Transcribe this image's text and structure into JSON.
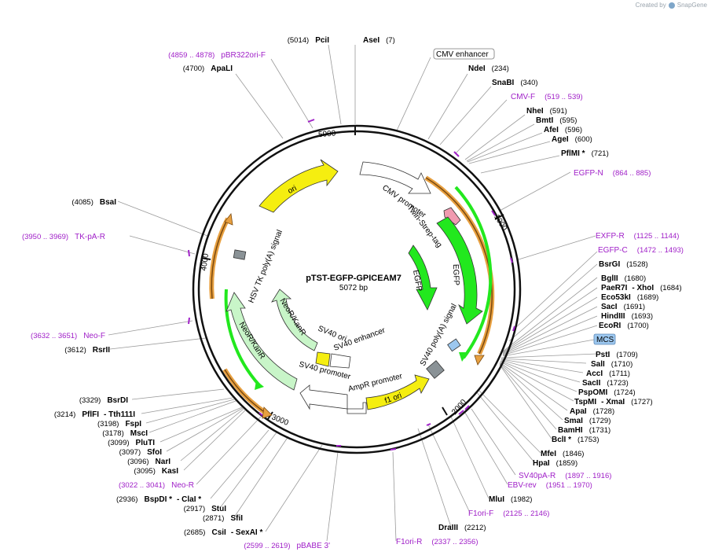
{
  "header": {
    "created_by": "Created by",
    "brand": "SnapGene"
  },
  "plasmid": {
    "name": "pTST-EGFP-GPICEAM7",
    "length": "5072 bp"
  },
  "ruler": [
    "1000",
    "2000",
    "3000",
    "4000",
    "5000"
  ],
  "features": {
    "cmv_enhancer": "CMV enhancer",
    "mcs": "MCS",
    "cmv_promoter": "CMV promoter",
    "twin_strep": "Twin-Strep-tag",
    "egfp_inner": "EGFP",
    "egfp_outer": "EGFP",
    "sv40_polya": "SV40 poly(A) signal",
    "f1_ori": "f1 ori",
    "ampr_promoter": "AmpR promoter",
    "sv40_promoter": "SV40 promoter",
    "sv40_ori": "SV40 ori",
    "sv40_enhancer": "SV40 enhancer",
    "neor_inner": "NeoR/KanR",
    "neor_outer": "NeoR/KanR",
    "hsv_tk": "HSV TK poly(A) signal",
    "ori": "ori"
  },
  "sites_right": [
    {
      "name": "AseI",
      "pos": "(7)"
    },
    {
      "name": "NdeI",
      "pos": "(234)"
    },
    {
      "name": "SnaBI",
      "pos": "(340)"
    },
    {
      "name": "NheI",
      "pos": "(591)"
    },
    {
      "name": "BmtI",
      "pos": "(595)"
    },
    {
      "name": "AfeI",
      "pos": "(596)"
    },
    {
      "name": "AgeI",
      "pos": "(600)"
    },
    {
      "name": "PflMI *",
      "pos": "(721)"
    },
    {
      "name": "BsrGI",
      "pos": "(1528)"
    },
    {
      "name": "BglII",
      "pos": "(1680)"
    },
    {
      "name": "PaeR7I",
      "pos": ""
    },
    {
      "name": "- XhoI",
      "pos": "(1684)"
    },
    {
      "name": "Eco53kI",
      "pos": "(1689)"
    },
    {
      "name": "SacI",
      "pos": "(1691)"
    },
    {
      "name": "HindIII",
      "pos": "(1693)"
    },
    {
      "name": "EcoRI",
      "pos": "(1700)"
    },
    {
      "name": "PstI",
      "pos": "(1709)"
    },
    {
      "name": "SalI",
      "pos": "(1710)"
    },
    {
      "name": "AccI",
      "pos": "(1711)"
    },
    {
      "name": "SacII",
      "pos": "(1723)"
    },
    {
      "name": "PspOMI",
      "pos": "(1724)"
    },
    {
      "name": "TspMI",
      "pos": ""
    },
    {
      "name": "- XmaI",
      "pos": "(1727)"
    },
    {
      "name": "ApaI",
      "pos": "(1728)"
    },
    {
      "name": "SmaI",
      "pos": "(1729)"
    },
    {
      "name": "BamHI",
      "pos": "(1731)"
    },
    {
      "name": "BclI *",
      "pos": "(1753)"
    },
    {
      "name": "MfeI",
      "pos": "(1846)"
    },
    {
      "name": "HpaI",
      "pos": "(1859)"
    },
    {
      "name": "MluI",
      "pos": "(1982)"
    },
    {
      "name": "DraIII",
      "pos": "(2212)"
    }
  ],
  "sites_left": [
    {
      "name": "PciI",
      "pos": "(5014)"
    },
    {
      "name": "ApaLI",
      "pos": "(4700)"
    },
    {
      "name": "BsaI",
      "pos": "(4085)"
    },
    {
      "name": "RsrII",
      "pos": "(3612)"
    },
    {
      "name": "BsrDI",
      "pos": "(3329)"
    },
    {
      "name": "PflFI",
      "pos": "(3214)"
    },
    {
      "name": "- Tth111I",
      "pos": ""
    },
    {
      "name": "FspI",
      "pos": "(3198)"
    },
    {
      "name": "MscI",
      "pos": "(3178)"
    },
    {
      "name": "PluTI",
      "pos": "(3099)"
    },
    {
      "name": "SfoI",
      "pos": "(3097)"
    },
    {
      "name": "NarI",
      "pos": "(3096)"
    },
    {
      "name": "KasI",
      "pos": "(3095)"
    },
    {
      "name": "BspDI *",
      "pos": "(2936)"
    },
    {
      "name": "- ClaI *",
      "pos": ""
    },
    {
      "name": "StuI",
      "pos": "(2917)"
    },
    {
      "name": "SfiI",
      "pos": "(2871)"
    },
    {
      "name": "CsiI",
      "pos": "(2685)"
    },
    {
      "name": "- SexAI *",
      "pos": ""
    }
  ],
  "primers": [
    {
      "name": "pBR322ori-F",
      "pos": "(4859 .. 4878)"
    },
    {
      "name": "CMV-F",
      "pos": "(519 .. 539)"
    },
    {
      "name": "EGFP-N",
      "pos": "(864 .. 885)"
    },
    {
      "name": "EXFP-R",
      "pos": "(1125 .. 1144)"
    },
    {
      "name": "EGFP-C",
      "pos": "(1472 .. 1493)"
    },
    {
      "name": "TK-pA-R",
      "pos": "(3950 .. 3969)"
    },
    {
      "name": "Neo-F",
      "pos": "(3632 .. 3651)"
    },
    {
      "name": "Neo-R",
      "pos": "(3022 .. 3041)"
    },
    {
      "name": "SV40pA-R",
      "pos": "(1897 .. 1916)"
    },
    {
      "name": "EBV-rev",
      "pos": "(1951 .. 1970)"
    },
    {
      "name": "F1ori-F",
      "pos": "(2125 .. 2146)"
    },
    {
      "name": "F1ori-R",
      "pos": "(2337 .. 2356)"
    },
    {
      "name": "pBABE 3'",
      "pos": "(2599 .. 2619)"
    }
  ],
  "colors": {
    "backbone": "#111111",
    "ori": "#f5ee10",
    "promoter": "#ffffff",
    "egfp": "#22e81e",
    "neor": "#c8f5c8",
    "orf_line": "#e8a040",
    "polya": "#8a9296",
    "primer": "#a020c8",
    "mcs": "#9cc7ef",
    "tag": "#f09ab0"
  }
}
